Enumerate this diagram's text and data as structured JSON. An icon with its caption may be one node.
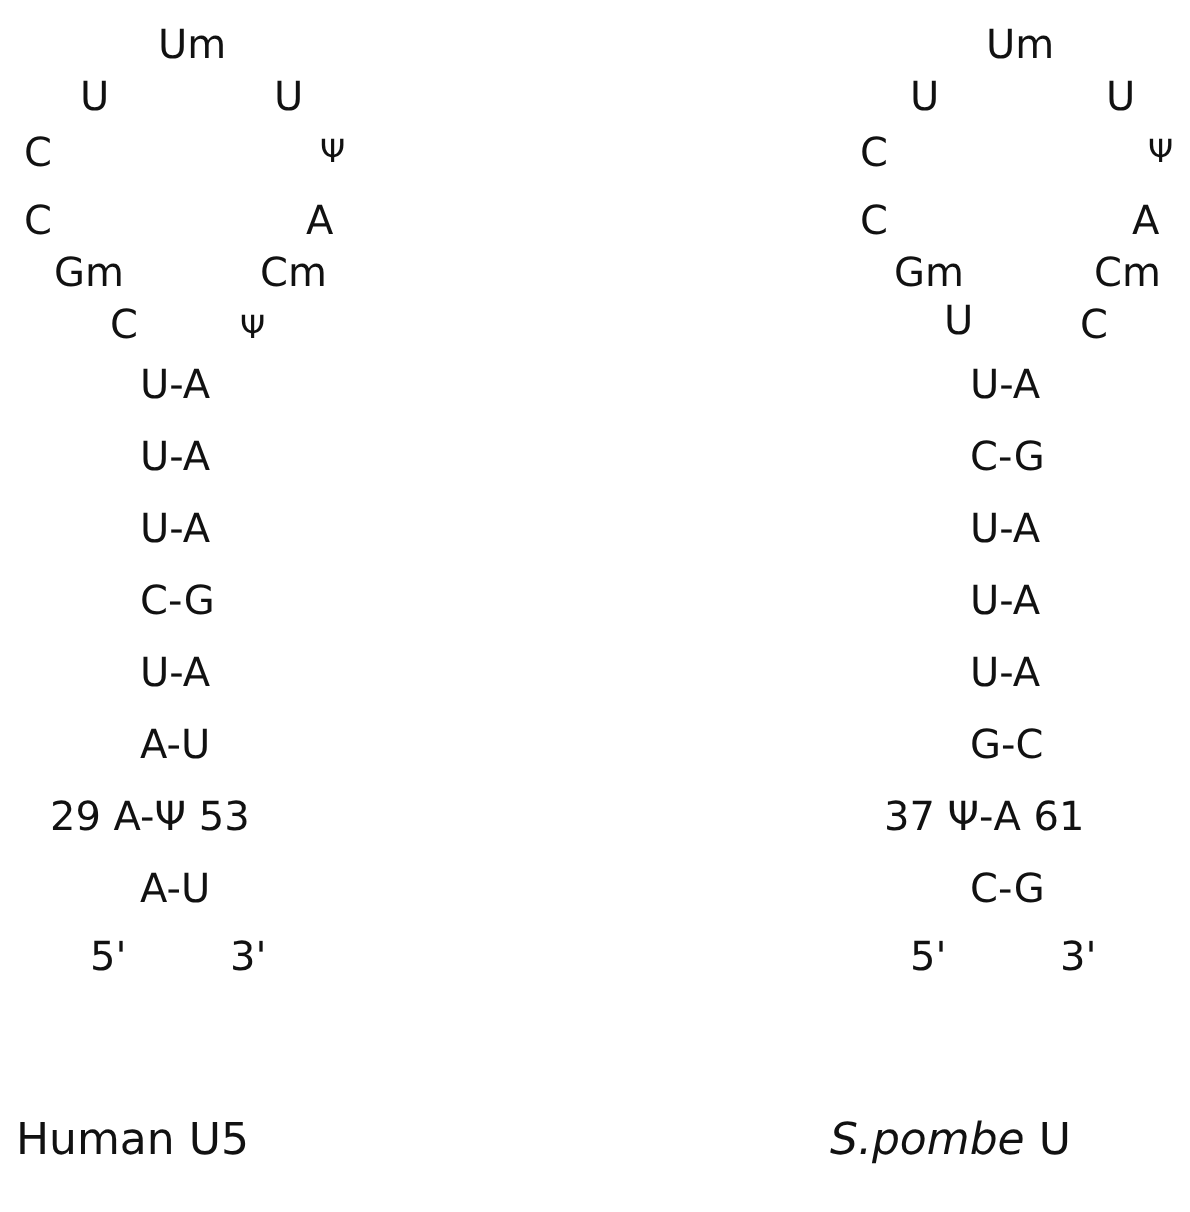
{
  "diagram": {
    "labels": [
      "Um",
      "U",
      "U",
      "C",
      "Ψ",
      "C",
      "A",
      "Gm",
      "Cm",
      "C",
      "Ψ",
      "U-A",
      "U-A",
      "U-A",
      "C-G",
      "U-A",
      "A-U",
      "29 A-Ψ 53",
      "A-U",
      "5'",
      "3'",
      "Um",
      "U",
      "U",
      "C",
      "Ψ",
      "C",
      "A",
      "Gm",
      "Cm",
      "U",
      "C",
      "U-A",
      "C-G",
      "U-A",
      "U-A",
      "U-A",
      "G-C",
      "37 Ψ-A 61",
      "C-G",
      "5'",
      "3'",
      "Human U5",
      "*S.pombe* U"
    ]
  }
}
